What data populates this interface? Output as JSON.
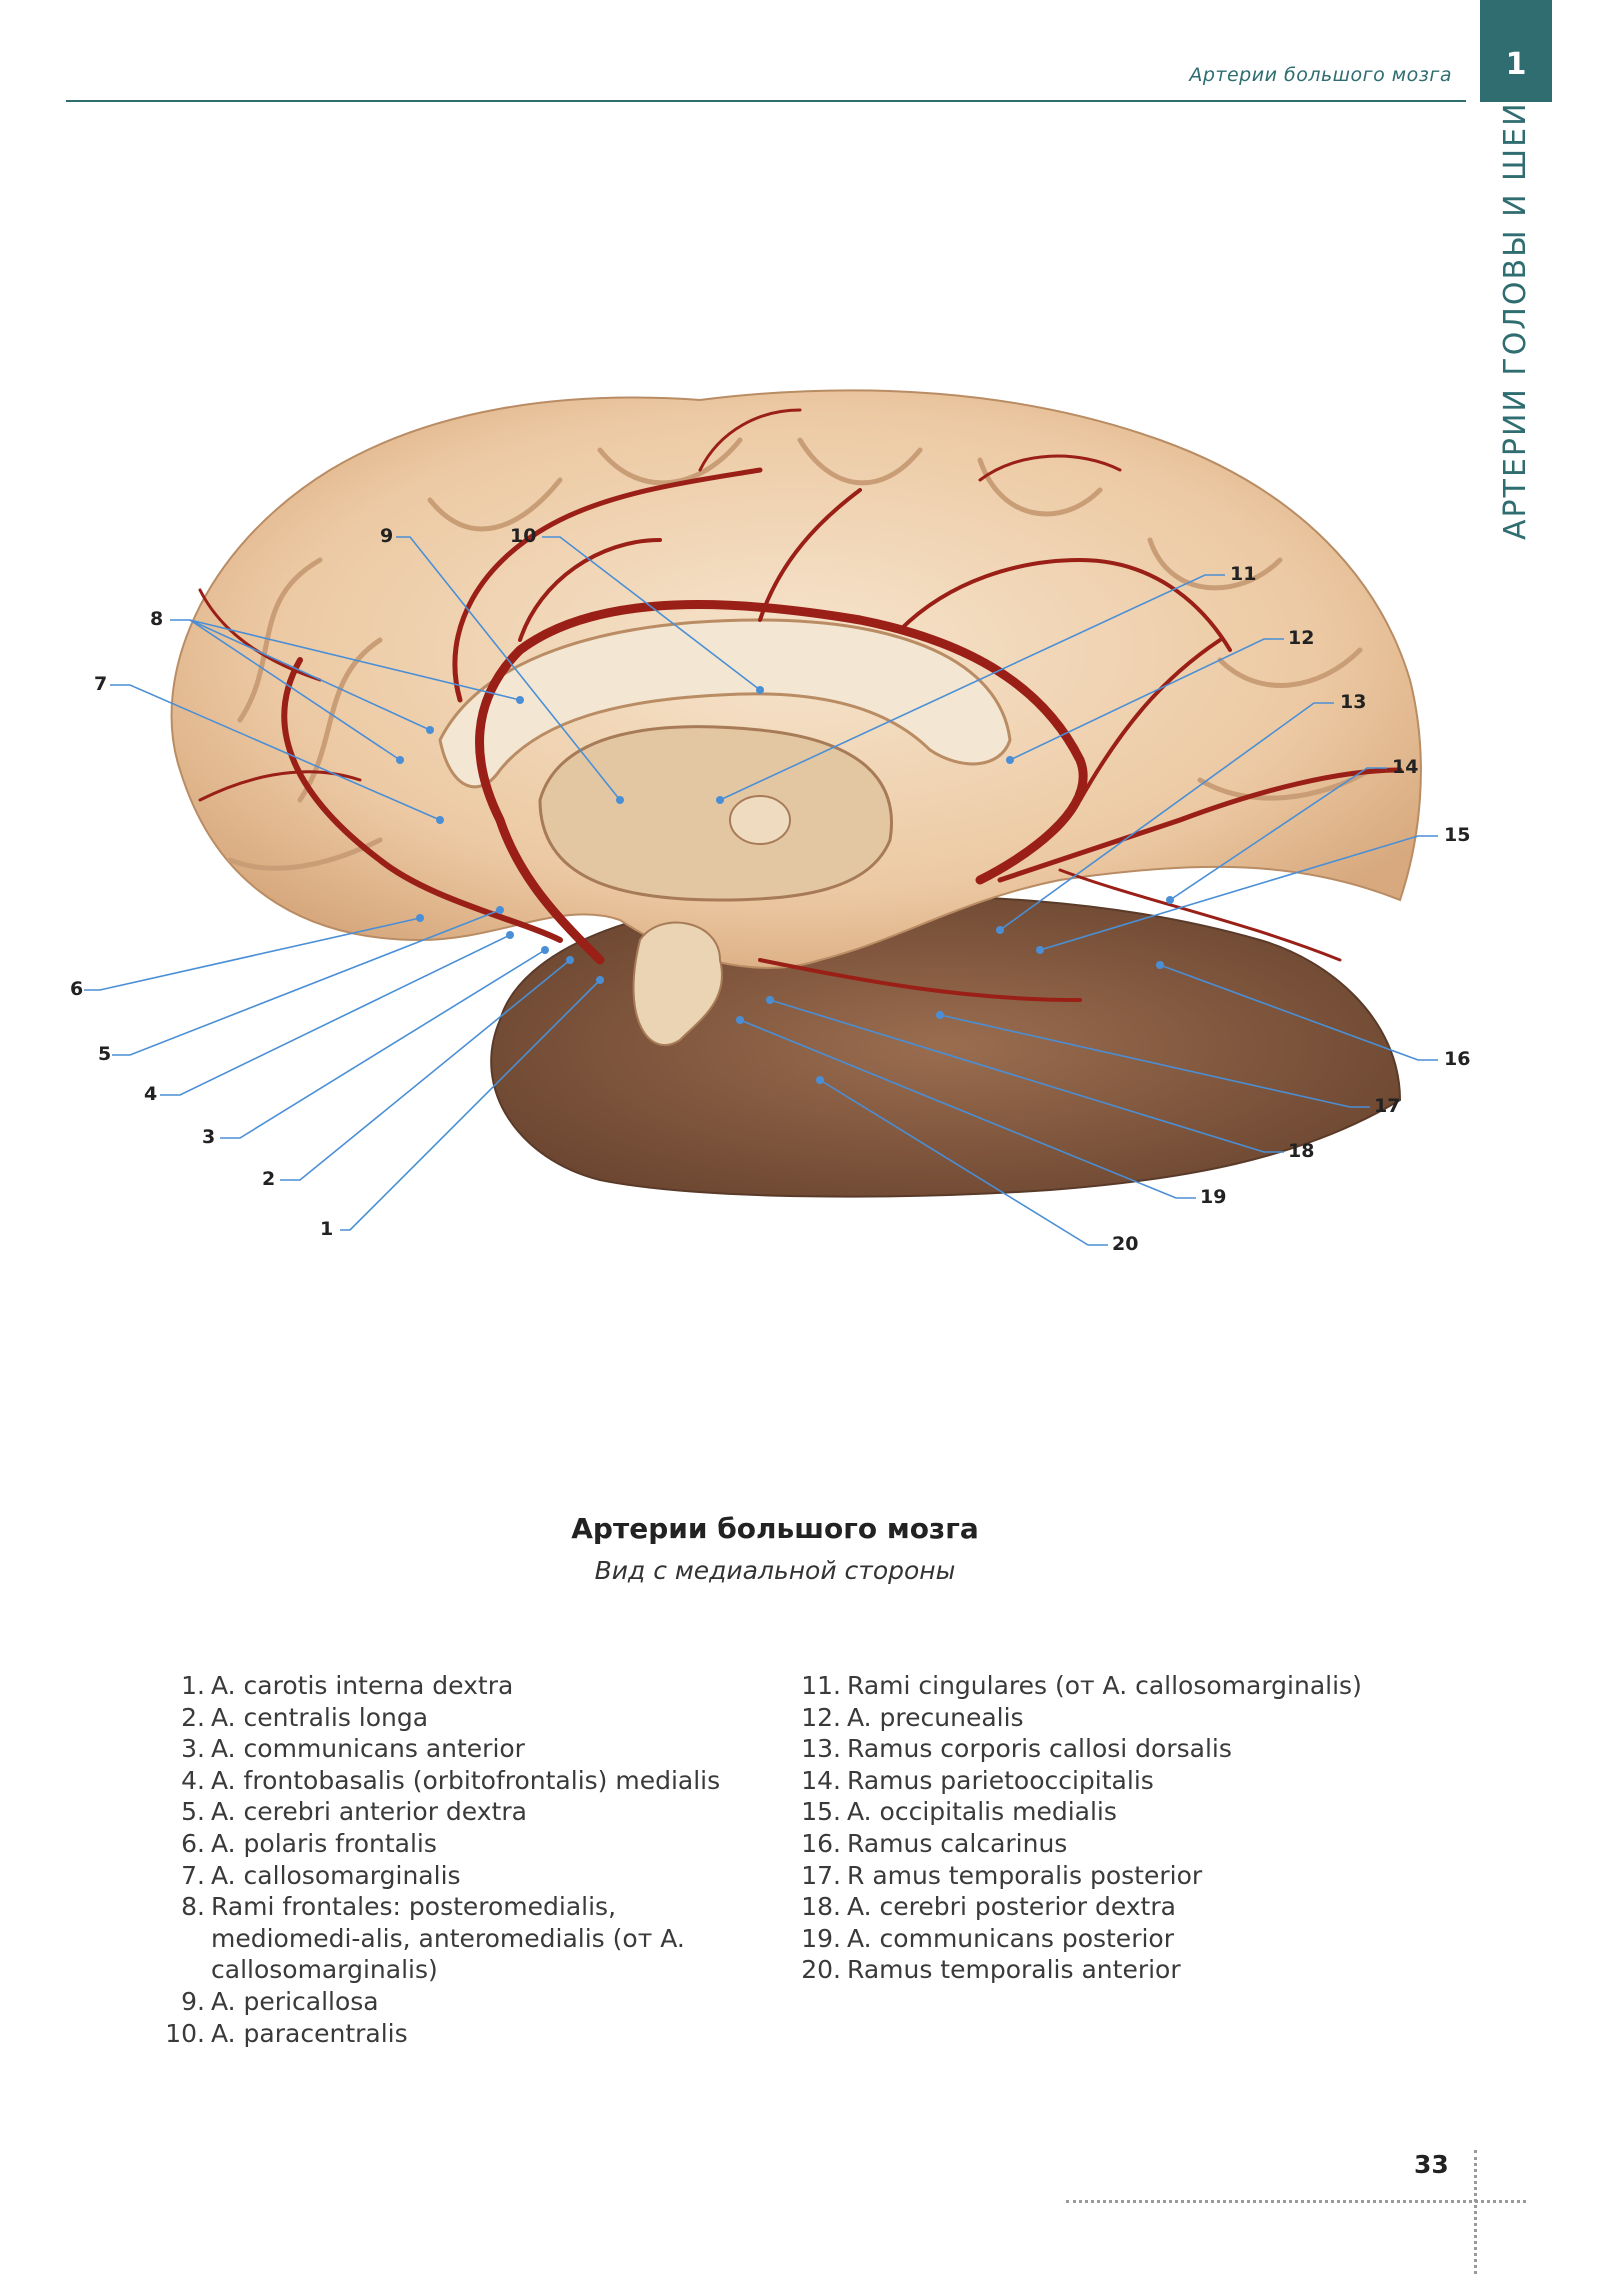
{
  "header": {
    "running_title": "Артерии большого мозга",
    "chapter_number": "1",
    "side_caption": "АРТЕРИИ ГОЛОВЫ И ШЕИ"
  },
  "figure": {
    "callouts": [
      "1",
      "2",
      "3",
      "4",
      "5",
      "6",
      "7",
      "8",
      "9",
      "10",
      "11",
      "12",
      "13",
      "14",
      "15",
      "16",
      "17",
      "18",
      "19",
      "20"
    ]
  },
  "caption": {
    "title": "Артерии большого мозга",
    "subtitle": "Вид с медиальной стороны"
  },
  "legend": {
    "left": [
      {
        "n": "1.",
        "t": "A. carotis interna dextra"
      },
      {
        "n": "2.",
        "t": "A. centralis longa"
      },
      {
        "n": "3.",
        "t": "A. communicans anterior"
      },
      {
        "n": "4.",
        "t": "A. frontobasalis (orbitofrontalis) medialis"
      },
      {
        "n": "5.",
        "t": "A. cerebri anterior dextra"
      },
      {
        "n": "6.",
        "t": "A. polaris frontalis"
      },
      {
        "n": "7.",
        "t": "A. callosomarginalis"
      },
      {
        "n": "8.",
        "t": "Rami frontales: posteromedialis, mediomedi-alis, anteromedialis (от A. callosomarginalis)"
      },
      {
        "n": "9.",
        "t": "A. pericallosa"
      },
      {
        "n": "10.",
        "t": "A. paracentralis"
      }
    ],
    "right": [
      {
        "n": "11.",
        "t": "Rami cingulares (от A. callosomarginalis)"
      },
      {
        "n": "12.",
        "t": "A. precunealis"
      },
      {
        "n": "13.",
        "t": "Ramus corporis callosi dorsalis"
      },
      {
        "n": "14.",
        "t": "Ramus parietooccipitalis"
      },
      {
        "n": "15.",
        "t": "A. occipitalis medialis"
      },
      {
        "n": "16.",
        "t": "Ramus calcarinus"
      },
      {
        "n": "17.",
        "t": "R amus temporalis posterior"
      },
      {
        "n": "18.",
        "t": "A. cerebri posterior dextra"
      },
      {
        "n": "19.",
        "t": "A. communicans posterior"
      },
      {
        "n": "20.",
        "t": "Ramus temporalis anterior"
      }
    ]
  },
  "page_number": "33",
  "colors": {
    "accent": "#2f6d70",
    "artery": "#9a1f17",
    "leader": "#4a8fd6"
  }
}
